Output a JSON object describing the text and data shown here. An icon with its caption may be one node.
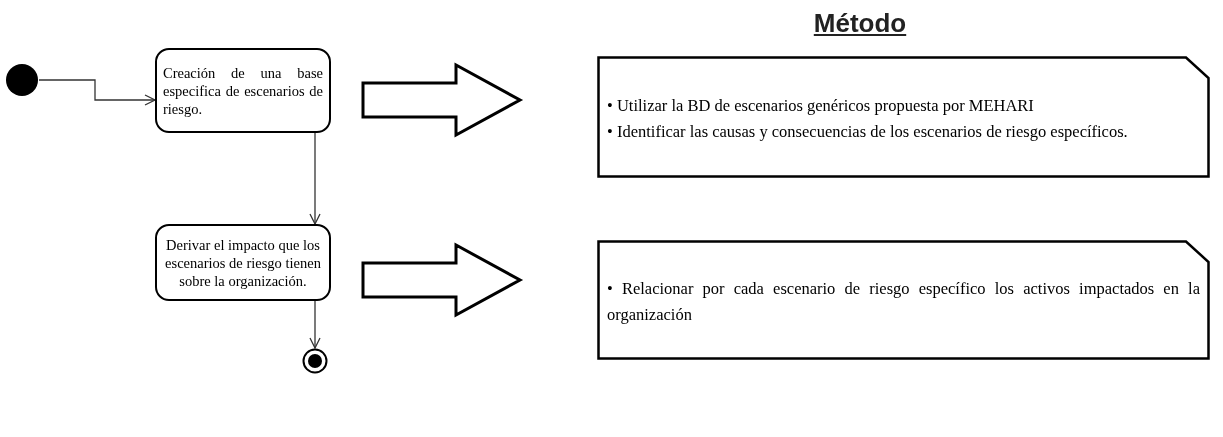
{
  "diagram": {
    "title": "Método",
    "nodes": [
      {
        "text": [],
        "shape": "circle"
      },
      {
        "text": [
          "Creación de una base especifica de escenarios de riesgo."
        ]
      },
      {
        "text": [
          "Derivar el impacto que los escenarios de riesgo tienen sobre la organización."
        ]
      },
      {
        "text": [],
        "shape": "bullseye"
      },
      {
        "text": [
          "• Utilizar la BD de escenarios genéricos propuesta por MEHARI",
          "• Identificar las causas y consecuencias de los escenarios de riesgo específicos."
        ]
      },
      {
        "text": [
          "• Relacionar por cada escenario de riesgo específico los activos impactados en la organización"
        ]
      }
    ],
    "edges": [
      {
        "from": 0,
        "to": 1,
        "arrow": "to"
      },
      {
        "from": 1,
        "to": 2,
        "arrow": "to"
      },
      {
        "from": 2,
        "to": 3,
        "arrow": "to"
      },
      {
        "from": 1,
        "to": 4,
        "arrow": "to",
        "style": "thick"
      },
      {
        "from": 2,
        "to": 5,
        "arrow": "to",
        "style": "thick"
      }
    ]
  }
}
